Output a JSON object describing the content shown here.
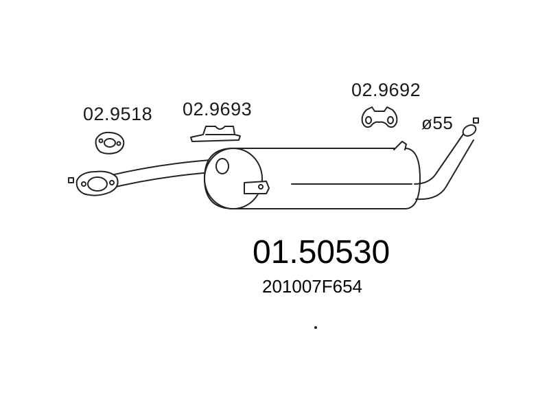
{
  "parts": {
    "gasket_code": "02.9518",
    "bracket_code": "02.9693",
    "hanger_code": "02.9692",
    "tailpipe_diameter": "ø55",
    "main_part_number": "01.50530",
    "oem_reference": "201007F654"
  },
  "colors": {
    "line": "#222222",
    "background": "#ffffff"
  }
}
